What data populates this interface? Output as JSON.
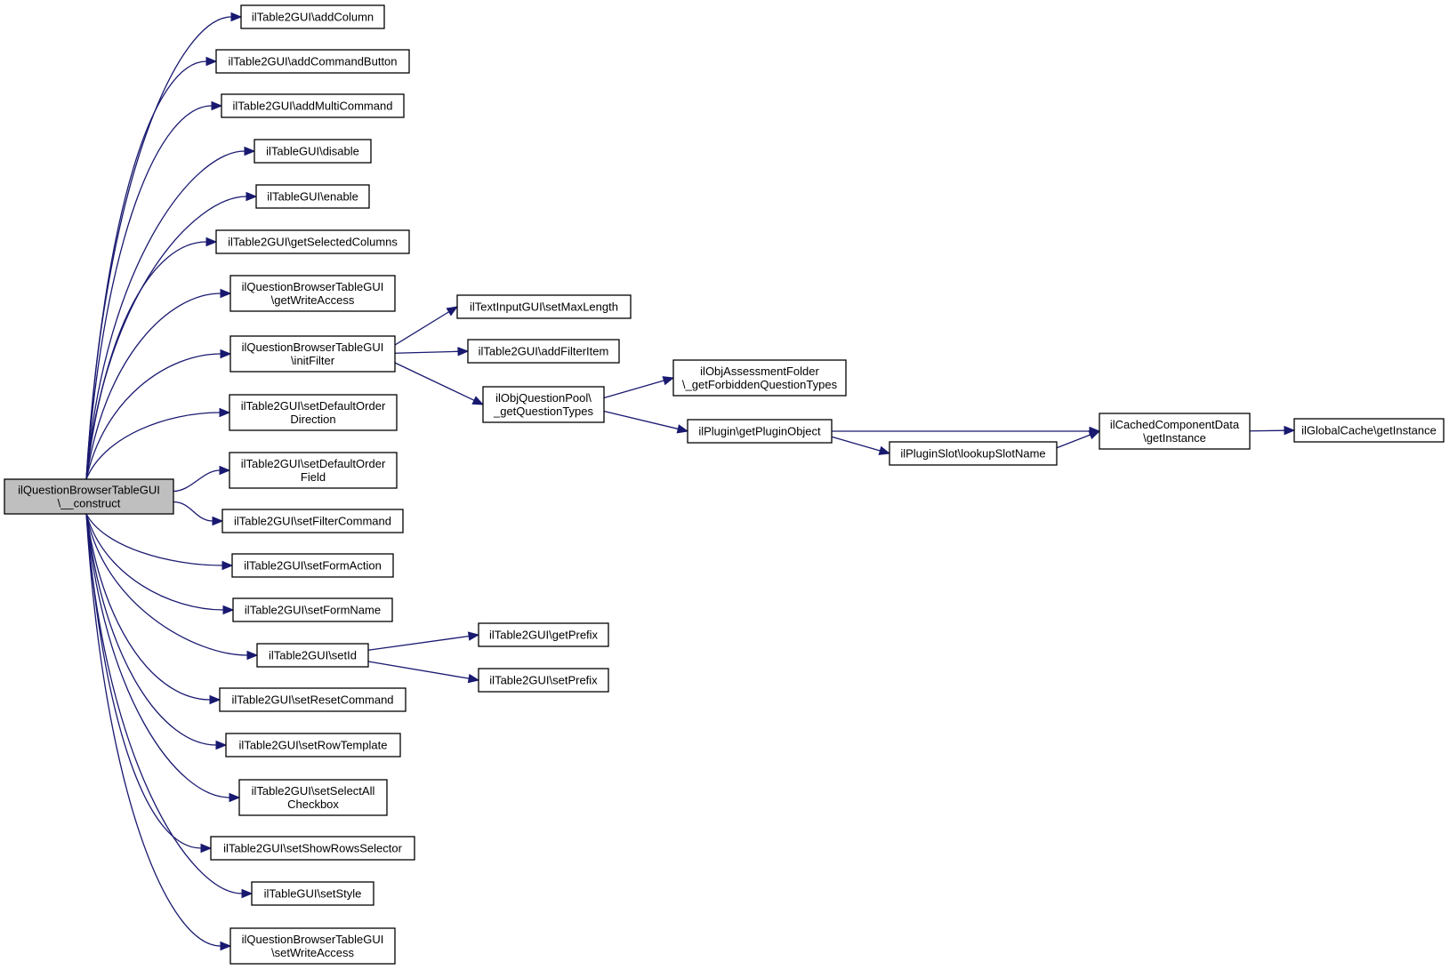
{
  "graph": {
    "nodes": [
      {
        "id": "root",
        "name": "node-ilquestionbrowsertablegui-construct",
        "lines": [
          "ilQuestionBrowserTableGUI",
          "\\__construct"
        ],
        "highlight": true
      },
      {
        "id": "n1",
        "name": "node-addcolumn",
        "lines": [
          "ilTable2GUI\\addColumn"
        ]
      },
      {
        "id": "n2",
        "name": "node-addcommandbutton",
        "lines": [
          "ilTable2GUI\\addCommandButton"
        ]
      },
      {
        "id": "n3",
        "name": "node-addmulticommand",
        "lines": [
          "ilTable2GUI\\addMultiCommand"
        ]
      },
      {
        "id": "n4",
        "name": "node-disable",
        "lines": [
          "ilTableGUI\\disable"
        ]
      },
      {
        "id": "n5",
        "name": "node-enable",
        "lines": [
          "ilTableGUI\\enable"
        ]
      },
      {
        "id": "n6",
        "name": "node-getselectedcolumns",
        "lines": [
          "ilTable2GUI\\getSelectedColumns"
        ]
      },
      {
        "id": "n7",
        "name": "node-getwriteaccess",
        "lines": [
          "ilQuestionBrowserTableGUI",
          "\\getWriteAccess"
        ]
      },
      {
        "id": "n8",
        "name": "node-initfilter",
        "lines": [
          "ilQuestionBrowserTableGUI",
          "\\initFilter"
        ]
      },
      {
        "id": "n9",
        "name": "node-setdefaultorderdirection",
        "lines": [
          "ilTable2GUI\\setDefaultOrder",
          "Direction"
        ]
      },
      {
        "id": "n10",
        "name": "node-setdefaultorderfield",
        "lines": [
          "ilTable2GUI\\setDefaultOrder",
          "Field"
        ]
      },
      {
        "id": "n11",
        "name": "node-setfiltercommand",
        "lines": [
          "ilTable2GUI\\setFilterCommand"
        ]
      },
      {
        "id": "n12",
        "name": "node-setformaction",
        "lines": [
          "ilTable2GUI\\setFormAction"
        ]
      },
      {
        "id": "n13",
        "name": "node-setformname",
        "lines": [
          "ilTable2GUI\\setFormName"
        ]
      },
      {
        "id": "n14",
        "name": "node-setid",
        "lines": [
          "ilTable2GUI\\setId"
        ]
      },
      {
        "id": "n15",
        "name": "node-setresetcommand",
        "lines": [
          "ilTable2GUI\\setResetCommand"
        ]
      },
      {
        "id": "n16",
        "name": "node-setrowtemplate",
        "lines": [
          "ilTable2GUI\\setRowTemplate"
        ]
      },
      {
        "id": "n17",
        "name": "node-setselectallcheckbox",
        "lines": [
          "ilTable2GUI\\setSelectAll",
          "Checkbox"
        ]
      },
      {
        "id": "n18",
        "name": "node-setshowrowsselector",
        "lines": [
          "ilTable2GUI\\setShowRowsSelector"
        ]
      },
      {
        "id": "n19",
        "name": "node-setstyle",
        "lines": [
          "ilTableGUI\\setStyle"
        ]
      },
      {
        "id": "n20",
        "name": "node-setwriteaccess",
        "lines": [
          "ilQuestionBrowserTableGUI",
          "\\setWriteAccess"
        ]
      },
      {
        "id": "n21",
        "name": "node-setmaxlength",
        "lines": [
          "ilTextInputGUI\\setMaxLength"
        ]
      },
      {
        "id": "n22",
        "name": "node-addfilteritem",
        "lines": [
          "ilTable2GUI\\addFilterItem"
        ]
      },
      {
        "id": "n23",
        "name": "node-getquestiontypes",
        "lines": [
          "ilObjQuestionPool\\",
          "_getQuestionTypes"
        ]
      },
      {
        "id": "n24",
        "name": "node-getforbiddenquestiontypes",
        "lines": [
          "ilObjAssessmentFolder",
          "\\_getForbiddenQuestionTypes"
        ]
      },
      {
        "id": "n25",
        "name": "node-getpluginobject",
        "lines": [
          "ilPlugin\\getPluginObject"
        ]
      },
      {
        "id": "n26",
        "name": "node-lookupslotname",
        "lines": [
          "ilPluginSlot\\lookupSlotName"
        ]
      },
      {
        "id": "n27",
        "name": "node-cachedcomponentdata-getinstance",
        "lines": [
          "ilCachedComponentData",
          "\\getInstance"
        ]
      },
      {
        "id": "n28",
        "name": "node-globalcache-getinstance",
        "lines": [
          "ilGlobalCache\\getInstance"
        ]
      },
      {
        "id": "n29",
        "name": "node-getprefix",
        "lines": [
          "ilTable2GUI\\getPrefix"
        ]
      },
      {
        "id": "n30",
        "name": "node-setprefix",
        "lines": [
          "ilTable2GUI\\setPrefix"
        ]
      }
    ],
    "edges": [
      [
        "root",
        "n1"
      ],
      [
        "root",
        "n2"
      ],
      [
        "root",
        "n3"
      ],
      [
        "root",
        "n4"
      ],
      [
        "root",
        "n5"
      ],
      [
        "root",
        "n6"
      ],
      [
        "root",
        "n7"
      ],
      [
        "root",
        "n8"
      ],
      [
        "root",
        "n9"
      ],
      [
        "root",
        "n10"
      ],
      [
        "root",
        "n11"
      ],
      [
        "root",
        "n12"
      ],
      [
        "root",
        "n13"
      ],
      [
        "root",
        "n14"
      ],
      [
        "root",
        "n15"
      ],
      [
        "root",
        "n16"
      ],
      [
        "root",
        "n17"
      ],
      [
        "root",
        "n18"
      ],
      [
        "root",
        "n19"
      ],
      [
        "root",
        "n20"
      ],
      [
        "n8",
        "n21"
      ],
      [
        "n8",
        "n22"
      ],
      [
        "n8",
        "n23"
      ],
      [
        "n23",
        "n24"
      ],
      [
        "n23",
        "n25"
      ],
      [
        "n25",
        "n27"
      ],
      [
        "n25",
        "n26"
      ],
      [
        "n26",
        "n27"
      ],
      [
        "n27",
        "n28"
      ],
      [
        "n14",
        "n29"
      ],
      [
        "n14",
        "n30"
      ]
    ]
  }
}
